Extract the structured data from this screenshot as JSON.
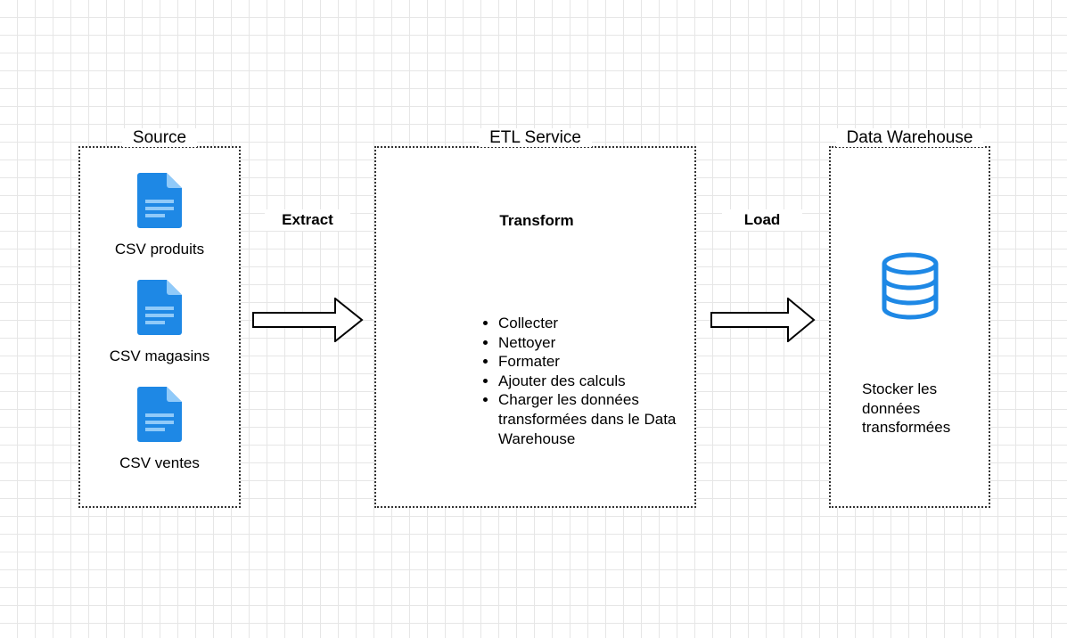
{
  "source": {
    "title": "Source",
    "files": [
      {
        "label": "CSV produits",
        "icon": "file-document-icon"
      },
      {
        "label": "CSV magasins",
        "icon": "file-document-icon"
      },
      {
        "label": "CSV ventes",
        "icon": "file-document-icon"
      }
    ]
  },
  "steps": {
    "extract": "Extract",
    "transform": "Transform",
    "load": "Load"
  },
  "etl": {
    "title": "ETL Service",
    "tasks": [
      "Collecter",
      "Nettoyer",
      "Formater",
      "Ajouter des calculs",
      "Charger les données transformées dans le Data Warehouse"
    ]
  },
  "warehouse": {
    "title": "Data Warehouse",
    "icon": "database-icon",
    "description": "Stocker les données transformées"
  },
  "colors": {
    "icon_blue": "#1e88e5",
    "icon_light": "#90caf9",
    "border": "#333333",
    "grid": "#e6e6e6"
  }
}
